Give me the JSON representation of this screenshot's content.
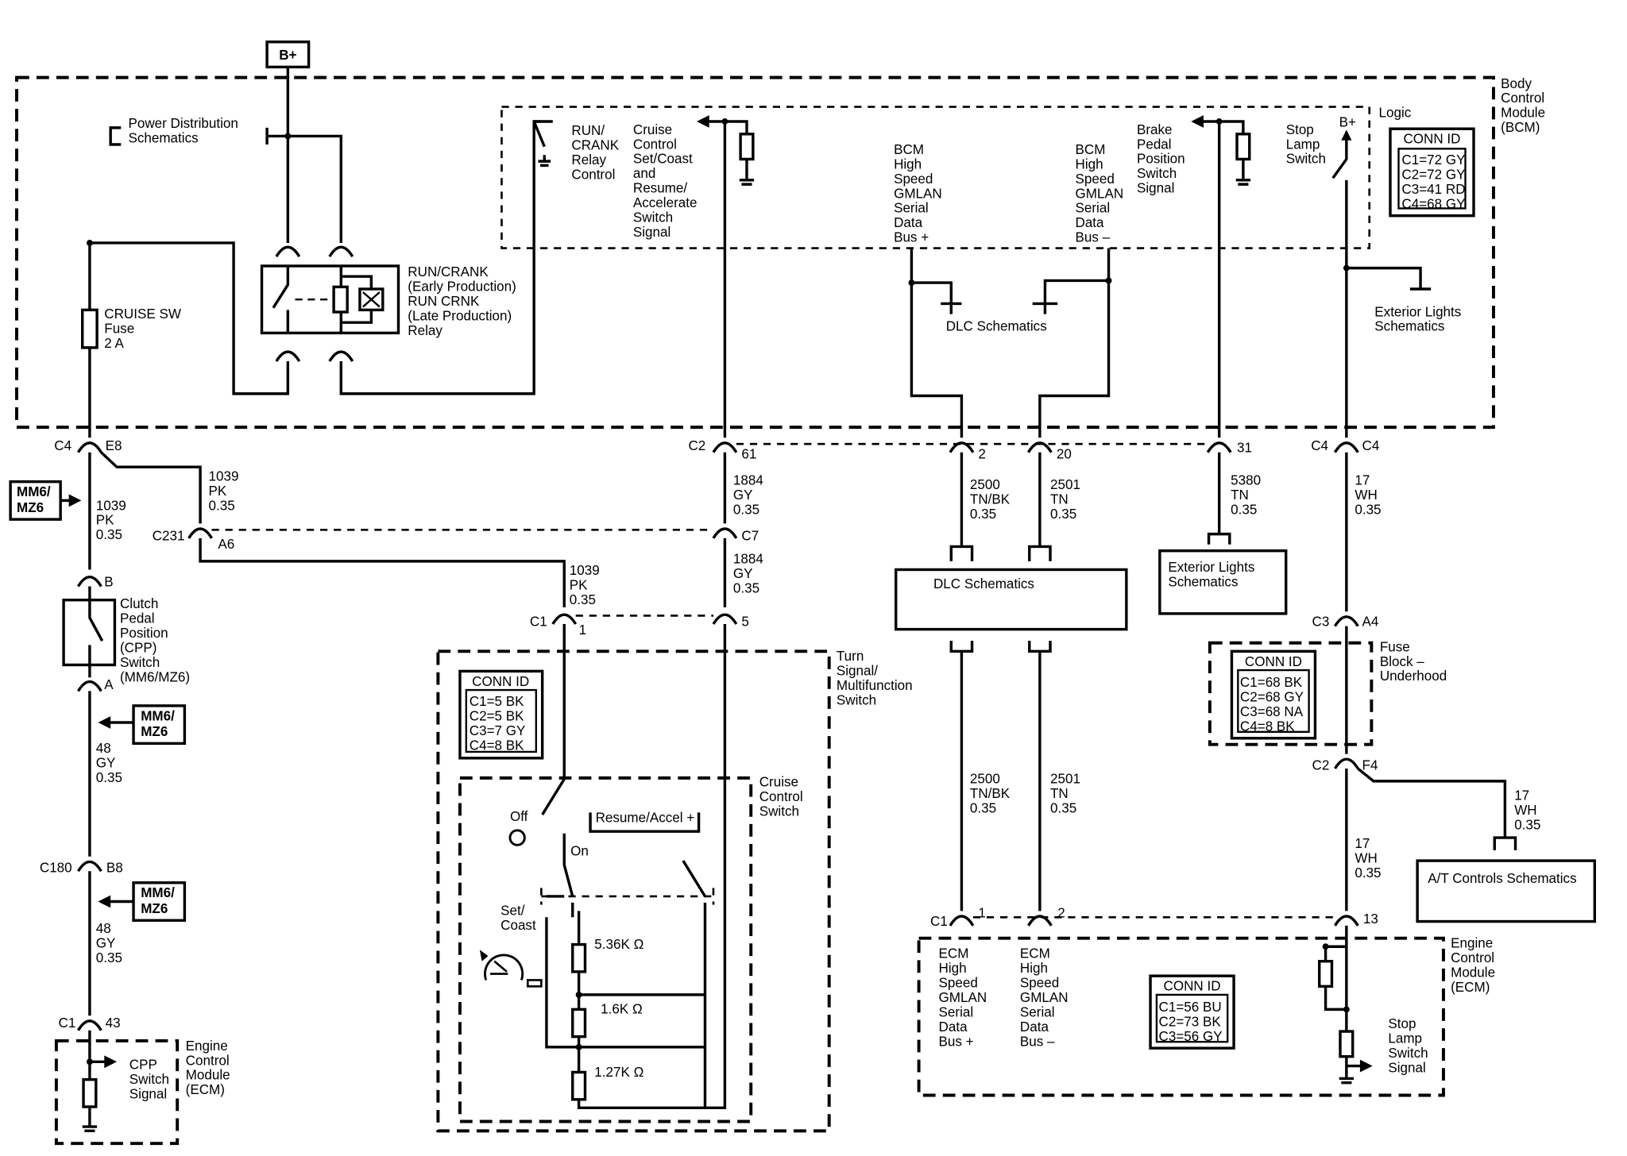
{
  "power_label": "B+",
  "bcm": {
    "title_lines": [
      "Body",
      "Control",
      "Module",
      "(BCM)"
    ],
    "logic_label": "Logic",
    "power_distribution": [
      "Power Distribution",
      "Schematics"
    ],
    "cruise_fuse": [
      "CRUISE SW",
      "Fuse",
      "2 A"
    ],
    "relay": [
      "RUN/CRANK",
      "(Early Production)",
      "RUN CRNK",
      "(Late Production)",
      "Relay"
    ],
    "run_crank_relay_control": [
      "RUN/",
      "CRANK",
      "Relay",
      "Control"
    ],
    "cruise_signal": [
      "Cruise",
      "Control",
      "Set/Coast",
      "and",
      "Resume/",
      "Accelerate",
      "Switch",
      "Signal"
    ],
    "gmlan_plus": [
      "BCM",
      "High",
      "Speed",
      "GMLAN",
      "Serial",
      "Data",
      "Bus +"
    ],
    "gmlan_minus": [
      "BCM",
      "High",
      "Speed",
      "GMLAN",
      "Serial",
      "Data",
      "Bus –"
    ],
    "brake_pedal": [
      "Brake",
      "Pedal",
      "Position",
      "Switch",
      "Signal"
    ],
    "stop_lamp_switch": [
      "Stop",
      "Lamp",
      "Switch"
    ],
    "b_plus_small": "B+",
    "dlc_inner": "DLC Schematics",
    "exterior_lights_inner": [
      "Exterior Lights",
      "Schematics"
    ],
    "conn_id": {
      "title": "CONN ID",
      "rows": [
        "C1=72 GY",
        "C2=72 GY",
        "C3=41 RD",
        "C4=68 GY"
      ]
    }
  },
  "connectors": {
    "c4_left": "C4",
    "e8": "E8",
    "c2": "C2",
    "pin_61": "61",
    "pin_2": "2",
    "pin_20": "20",
    "pin_31": "31",
    "c4_right_a": "C4",
    "c4_right_b": "C4",
    "c231": "C231",
    "a6": "A6",
    "c7": "C7",
    "c1_tsm": "C1",
    "pin_1_tsm": "1",
    "pin_5_tsm": "5",
    "c3_fuse": "C3",
    "a4": "A4",
    "c2_fuse": "C2",
    "f4": "F4",
    "b_cpp": "B",
    "a_cpp": "A",
    "c180": "C180",
    "b8": "B8",
    "c1_ecm_left": "C1",
    "pin_43": "43",
    "c1_ecm": "C1",
    "pin_1_ecm": "1",
    "pin_2_ecm": "2",
    "pin_13_ecm": "13"
  },
  "wires": {
    "w1039_bcm": [
      "1039",
      "PK",
      "0.35"
    ],
    "w1039_left": [
      "1039",
      "PK",
      "0.35"
    ],
    "w1039_tsm": [
      "1039",
      "PK",
      "0.35"
    ],
    "w1884_top": [
      "1884",
      "GY",
      "0.35"
    ],
    "w1884_bottom": [
      "1884",
      "GY",
      "0.35"
    ],
    "w2500_top": [
      "2500",
      "TN/BK",
      "0.35"
    ],
    "w2501_top": [
      "2501",
      "TN",
      "0.35"
    ],
    "w5380": [
      "5380",
      "TN",
      "0.35"
    ],
    "w17_top": [
      "17",
      "WH",
      "0.35"
    ],
    "w48_a": [
      "48",
      "GY",
      "0.35"
    ],
    "w48_b": [
      "48",
      "GY",
      "0.35"
    ],
    "w2500_bottom": [
      "2500",
      "TN/BK",
      "0.35"
    ],
    "w2501_bottom": [
      "2501",
      "TN",
      "0.35"
    ],
    "w17_at": [
      "17",
      "WH",
      "0.35"
    ],
    "w17_ecm": [
      "17",
      "WH",
      "0.35"
    ]
  },
  "option_tags": [
    [
      "MM6/",
      "MZ6"
    ],
    [
      "MM6/",
      "MZ6"
    ],
    [
      "MM6/",
      "MZ6"
    ]
  ],
  "cpp_switch": [
    "Clutch",
    "Pedal",
    "Position",
    "(CPP)",
    "Switch",
    "(MM6/MZ6)"
  ],
  "ecm_left": {
    "signal": [
      "CPP",
      "Switch",
      "Signal"
    ],
    "title": [
      "Engine",
      "Control",
      "Module",
      "(ECM)"
    ]
  },
  "turn_signal_switch": {
    "title": [
      "Turn",
      "Signal/",
      "Multifunction",
      "Switch"
    ],
    "conn_id": {
      "title": "CONN ID",
      "rows": [
        "C1=5 BK",
        "C2=5 BK",
        "C3=7 GY",
        "C4=8 BK"
      ]
    },
    "cruise_switch_title": [
      "Cruise",
      "Control",
      "Switch"
    ],
    "off": "Off",
    "on": "On",
    "resume_accel": "Resume/Accel +",
    "set_coast": [
      "Set/",
      "Coast"
    ],
    "resistors": [
      "5.36K Ω",
      "1.6K Ω",
      "1.27K Ω"
    ]
  },
  "dlc_box": "DLC Schematics",
  "exterior_lights_box": [
    "Exterior Lights",
    "Schematics"
  ],
  "fuse_block": {
    "title": [
      "Fuse",
      "Block –",
      "Underhood"
    ],
    "conn_id": {
      "title": "CONN ID",
      "rows": [
        "C1=68 BK",
        "C2=68 GY",
        "C3=68 NA",
        "C4=8 BK"
      ]
    }
  },
  "at_controls_box": "A/T Controls Schematics",
  "ecm_right": {
    "title": [
      "Engine",
      "Control",
      "Module",
      "(ECM)"
    ],
    "gmlan_plus": [
      "ECM",
      "High",
      "Speed",
      "GMLAN",
      "Serial",
      "Data",
      "Bus +"
    ],
    "gmlan_minus": [
      "ECM",
      "High",
      "Speed",
      "GMLAN",
      "Serial",
      "Data",
      "Bus –"
    ],
    "stop_lamp_signal": [
      "Stop",
      "Lamp",
      "Switch",
      "Signal"
    ],
    "conn_id": {
      "title": "CONN ID",
      "rows": [
        "C1=56 BU",
        "C2=73 BK",
        "C3=56 GY"
      ]
    }
  }
}
